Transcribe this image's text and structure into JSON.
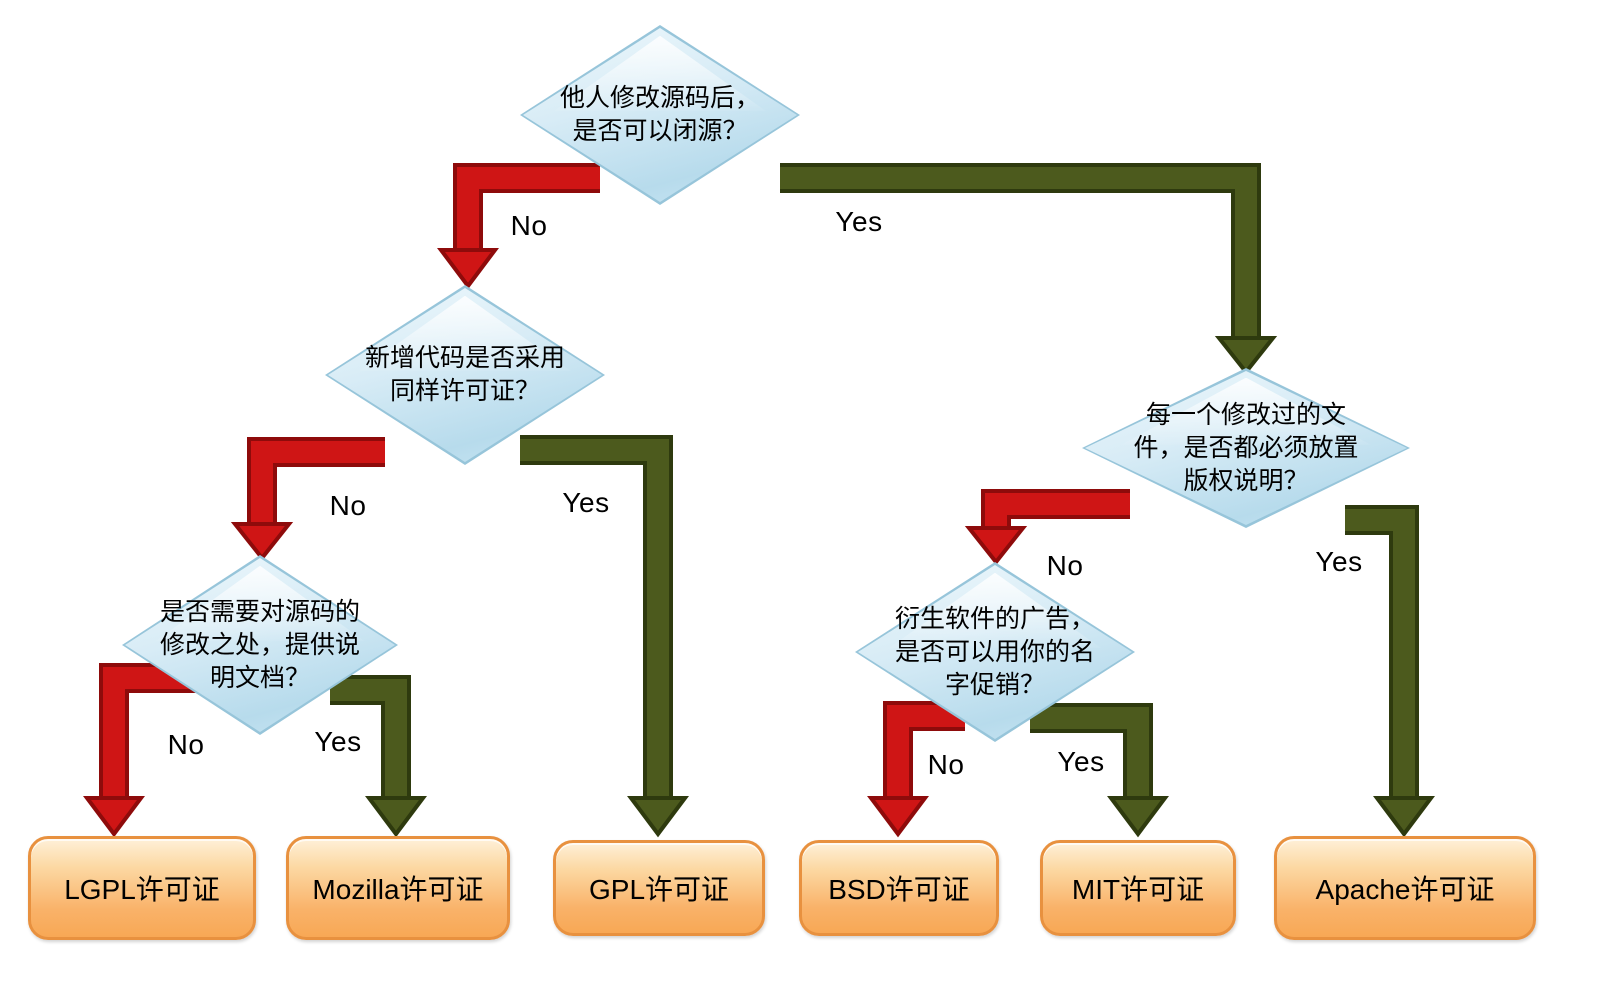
{
  "decisions": [
    {
      "id": "q1",
      "text": "他人修改源码后，\n是否可以闭源？"
    },
    {
      "id": "q2",
      "text": "新增代码是否采用\n同样许可证？"
    },
    {
      "id": "q3",
      "text": "每一个修改过的文\n件，是否都必须放置\n版权说明？"
    },
    {
      "id": "q4",
      "text": "是否需要对源码的\n修改之处，提供说\n明文档？"
    },
    {
      "id": "q5",
      "text": "衍生软件的广告，\n是否可以用你的名\n字促销？"
    }
  ],
  "results": [
    {
      "id": "lgpl",
      "label": "LGPL许可证"
    },
    {
      "id": "mozilla",
      "label": "Mozilla许可证"
    },
    {
      "id": "gpl",
      "label": "GPL许可证"
    },
    {
      "id": "bsd",
      "label": "BSD许可证"
    },
    {
      "id": "mit",
      "label": "MIT许可证"
    },
    {
      "id": "apache",
      "label": "Apache许可证"
    }
  ],
  "edges": [
    {
      "from": "q1",
      "label": "No",
      "to": "q2"
    },
    {
      "from": "q1",
      "label": "Yes",
      "to": "q3"
    },
    {
      "from": "q2",
      "label": "No",
      "to": "q4"
    },
    {
      "from": "q2",
      "label": "Yes",
      "to": "gpl"
    },
    {
      "from": "q4",
      "label": "No",
      "to": "lgpl"
    },
    {
      "from": "q4",
      "label": "Yes",
      "to": "mozilla"
    },
    {
      "from": "q3",
      "label": "No",
      "to": "q5"
    },
    {
      "from": "q3",
      "label": "Yes",
      "to": "apache"
    },
    {
      "from": "q5",
      "label": "No",
      "to": "bsd"
    },
    {
      "from": "q5",
      "label": "Yes",
      "to": "mit"
    }
  ],
  "colors": {
    "background": "#ffffff",
    "no_arrow": "#cf1515",
    "no_arrow_dark": "#8e0b0b",
    "yes_arrow": "#4c5a1d",
    "yes_arrow_dark": "#2e3a0e",
    "diamond_fill": "#d8ecf6",
    "diamond_border": "#97c5da",
    "result_fill_top": "#fcd9a4",
    "result_fill_bottom": "#f8a855",
    "result_border": "#e8913f",
    "text": "#000000"
  }
}
